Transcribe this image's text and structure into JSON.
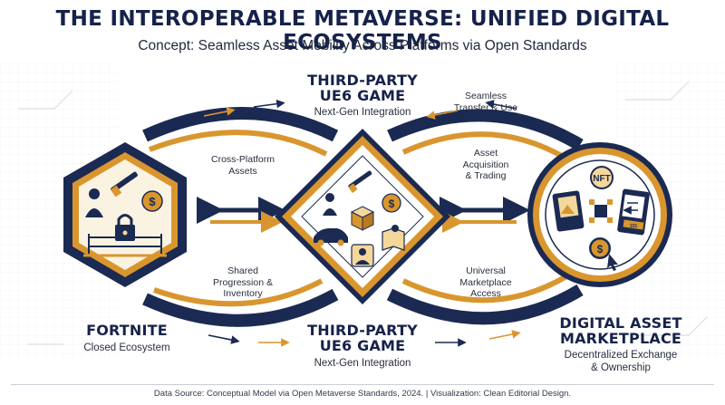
{
  "header": {
    "title": "THE INTEROPERABLE METAVERSE: UNIFIED DIGITAL ECOSYSTEMS",
    "subtitle": "Concept: Seamless Asset Mobility Across Platforms via Open Standards"
  },
  "nodes": {
    "fortnite": {
      "title": "FORTNITE",
      "subtitle": "Closed Ecosystem"
    },
    "ue6_top": {
      "title_line1": "THIRD-PARTY",
      "title_line2": "UE6 GAME",
      "subtitle": "Next-Gen Integration"
    },
    "ue6_bottom": {
      "title_line1": "THIRD-PARTY",
      "title_line2": "UE6 GAME",
      "subtitle": "Next-Gen Integration"
    },
    "marketplace": {
      "title_line1": "DIGITAL ASSET",
      "title_line2": "MARKETPLACE",
      "subtitle_line1": "Decentralized Exchange",
      "subtitle_line2": "& Ownership"
    }
  },
  "flows": {
    "cross_platform": {
      "line1": "Cross-Platform",
      "line2": "Assets"
    },
    "shared_progression": {
      "line1": "Shared",
      "line2": "Progression &",
      "line3": "Inventory"
    },
    "seamless_transfer": {
      "line1": "Seamless",
      "line2": "Transfer & Use"
    },
    "asset_acquisition": {
      "line1": "Asset",
      "line2": "Acquisition",
      "line3": "& Trading"
    },
    "universal_access": {
      "line1": "Universal",
      "line2": "Marketplace",
      "line3": "Access"
    }
  },
  "icons": {
    "nft_badge": "NFT",
    "coin_symbol": "$",
    "card_tag": "$$$"
  },
  "footer": {
    "source": "Data Source: Conceptual Model via Open Metaverse Standards, 2024. | Visualization: Clean Editorial Design."
  },
  "colors": {
    "navy": "#1b2a52",
    "gold": "#d9962f",
    "light_gold": "#f4d79b",
    "cream": "#fbf3e2"
  }
}
